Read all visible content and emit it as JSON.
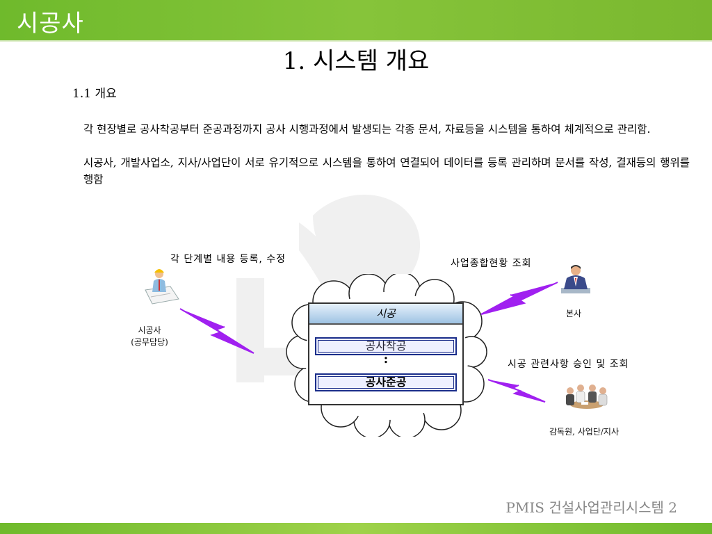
{
  "header": {
    "title": "시공사"
  },
  "slide": {
    "title": "1. 시스템 개요",
    "section_heading": "1.1 개요",
    "paragraphs": [
      "각 현장별로 공사착공부터 준공과정까지 공사 시행과정에서 발생되는 각종 문서, 자료등을 시스템을 통하여 체계적으로 관리함.",
      "시공사, 개발사업소, 지사/사업단이 서로 유기적으로 시스템을 통하여 연결되어 데이터를 등록 관리하며 문서를 작성, 결재등의 행위를 행함"
    ]
  },
  "diagram": {
    "left_action": "각 단계별 내용 등록, 수정",
    "left_actor_line1": "시공사",
    "left_actor_line2": "(공무담당)",
    "top_right_action": "사업종합현황 조회",
    "top_right_actor": "본사",
    "bottom_right_action": "시공 관련사항 승인 및 조회",
    "bottom_right_actor": "감독원, 사업단/지사",
    "box_title": "시공",
    "box_item_start": "공사착공",
    "box_item_end": "공사준공",
    "ellipsis": ":"
  },
  "footer": {
    "text": "PMIS 건설사업관리시스템 2"
  },
  "colors": {
    "header_green": "#7ab82f",
    "lightning_purple": "#a020f0",
    "box_border_blue": "#1a2d8a",
    "box_header_blue": "#9ec3e3",
    "footer_gray": "#888888"
  },
  "icons": {
    "left_actor": "engineer-at-desk-icon",
    "top_right_actor": "businessman-icon",
    "bottom_right_actor": "meeting-group-icon",
    "network": "cloud-icon",
    "connector": "lightning-bolt-icon"
  }
}
